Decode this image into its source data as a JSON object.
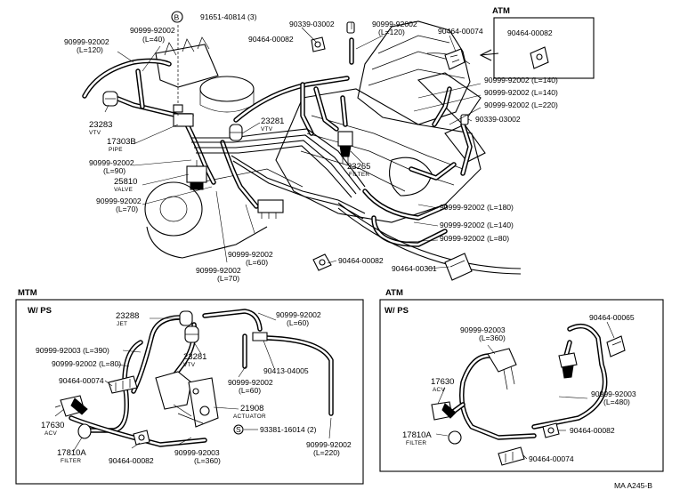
{
  "sections": {
    "atm_inset": "ATM",
    "mtm": "MTM",
    "atm": "ATM",
    "mtm_wps": "W/ PS",
    "atm_wps": "W/ PS"
  },
  "labels": [
    {
      "id": "b-circle",
      "text": "B"
    },
    {
      "id": "p91651",
      "text": "91651-40814 (3)"
    },
    {
      "id": "p90339a",
      "text": "90339-03002"
    },
    {
      "id": "p90464-00082a",
      "text": "90464-00082"
    },
    {
      "id": "p90999-l120a",
      "text": "90999-92002"
    },
    {
      "id": "p90999-l120a-len",
      "text": "(L=120)"
    },
    {
      "id": "p90464-00074a",
      "text": "90464-00074"
    },
    {
      "id": "p90464-00082-inset",
      "text": "90464-00082"
    },
    {
      "id": "p90999-l120b",
      "text": "90999-92002"
    },
    {
      "id": "p90999-l120b-len",
      "text": "(L=120)"
    },
    {
      "id": "p90999-l40",
      "text": "90999-92002"
    },
    {
      "id": "p90999-l40-len",
      "text": "(L=40)"
    },
    {
      "id": "p23283",
      "text": "23283"
    },
    {
      "id": "p23283-sub",
      "text": "VTV"
    },
    {
      "id": "p23281a",
      "text": "23281"
    },
    {
      "id": "p23281a-sub",
      "text": "VTV"
    },
    {
      "id": "p17303b",
      "text": "17303B"
    },
    {
      "id": "p17303b-sub",
      "text": "PIPE"
    },
    {
      "id": "p90999-l90",
      "text": "90999-92002"
    },
    {
      "id": "p90999-l90-len",
      "text": "(L=90)"
    },
    {
      "id": "p25810",
      "text": "25810"
    },
    {
      "id": "p25810-sub",
      "text": "VALVE"
    },
    {
      "id": "p90999-l70a",
      "text": "90999-92002"
    },
    {
      "id": "p90999-l70a-len",
      "text": "(L=70)"
    },
    {
      "id": "p90999-l60a",
      "text": "90999-92002"
    },
    {
      "id": "p90999-l60a-len",
      "text": "(L=60)"
    },
    {
      "id": "p90999-l70b",
      "text": "90999-92002"
    },
    {
      "id": "p90999-l70b-len",
      "text": "(L=70)"
    },
    {
      "id": "p90999-l140a",
      "text": "90999-92002 (L=140)"
    },
    {
      "id": "p90999-l140b",
      "text": "90999-92002 (L=140)"
    },
    {
      "id": "p90999-l220a",
      "text": "90999-92002 (L=220)"
    },
    {
      "id": "p90339b",
      "text": "90339-03002"
    },
    {
      "id": "p23265",
      "text": "23265"
    },
    {
      "id": "p23265-sub",
      "text": "FILTER"
    },
    {
      "id": "p90999-l180",
      "text": "90999-92002 (L=180)"
    },
    {
      "id": "p90999-l140c",
      "text": "90999-92002 (L=140)"
    },
    {
      "id": "p90999-l80",
      "text": "90999-92002 (L=80)"
    },
    {
      "id": "p90464-00082b",
      "text": "90464-00082"
    },
    {
      "id": "p90464-00301",
      "text": "90464-00301"
    },
    {
      "id": "m23288",
      "text": "23288"
    },
    {
      "id": "m23288-sub",
      "text": "JET"
    },
    {
      "id": "m90999-l60a",
      "text": "90999-92002"
    },
    {
      "id": "m90999-l60a-len",
      "text": "(L=60)"
    },
    {
      "id": "m90999-92003-l390",
      "text": "90999-92003  (L=390)"
    },
    {
      "id": "m90999-l80",
      "text": "90999-92002  (L=80)"
    },
    {
      "id": "m23281",
      "text": "23281"
    },
    {
      "id": "m23281-sub",
      "text": "VTV"
    },
    {
      "id": "m90413",
      "text": "90413-04005"
    },
    {
      "id": "m90464-00074",
      "text": "90464-00074"
    },
    {
      "id": "m90999-l60b",
      "text": "90999-92002"
    },
    {
      "id": "m90999-l60b-len",
      "text": "(L=60)"
    },
    {
      "id": "m21908",
      "text": "21908"
    },
    {
      "id": "m21908-sub",
      "text": "ACTUATOR"
    },
    {
      "id": "m17630",
      "text": "17630"
    },
    {
      "id": "m17630-sub",
      "text": "ACV"
    },
    {
      "id": "m-s-circle",
      "text": "S"
    },
    {
      "id": "m93381",
      "text": "93381-16014 (2)"
    },
    {
      "id": "m17810a",
      "text": "17810A"
    },
    {
      "id": "m17810a-sub",
      "text": "FILTER"
    },
    {
      "id": "m90464-00082",
      "text": "90464-00082"
    },
    {
      "id": "m90999-92003-l360",
      "text": "90999-92003"
    },
    {
      "id": "m90999-92003-l360-len",
      "text": "(L=360)"
    },
    {
      "id": "m90999-l220",
      "text": "90999-92002"
    },
    {
      "id": "m90999-l220-len",
      "text": "(L=220)"
    },
    {
      "id": "a90999-92003-l360",
      "text": "90999-92003"
    },
    {
      "id": "a90999-92003-l360-len",
      "text": "(L=360)"
    },
    {
      "id": "a90464-00065",
      "text": "90464-00065"
    },
    {
      "id": "a17630",
      "text": "17630"
    },
    {
      "id": "a17630-sub",
      "text": "ACV"
    },
    {
      "id": "a90999-92003-l480",
      "text": "90999-92003"
    },
    {
      "id": "a90999-92003-l480-len",
      "text": "(L=480)"
    },
    {
      "id": "a17810a",
      "text": "17810A"
    },
    {
      "id": "a17810a-sub",
      "text": "FILTER"
    },
    {
      "id": "a90464-00082",
      "text": "90464-00082"
    },
    {
      "id": "a90464-00074",
      "text": "90464-00074"
    },
    {
      "id": "ref-code",
      "text": "MA  A245-B"
    }
  ]
}
